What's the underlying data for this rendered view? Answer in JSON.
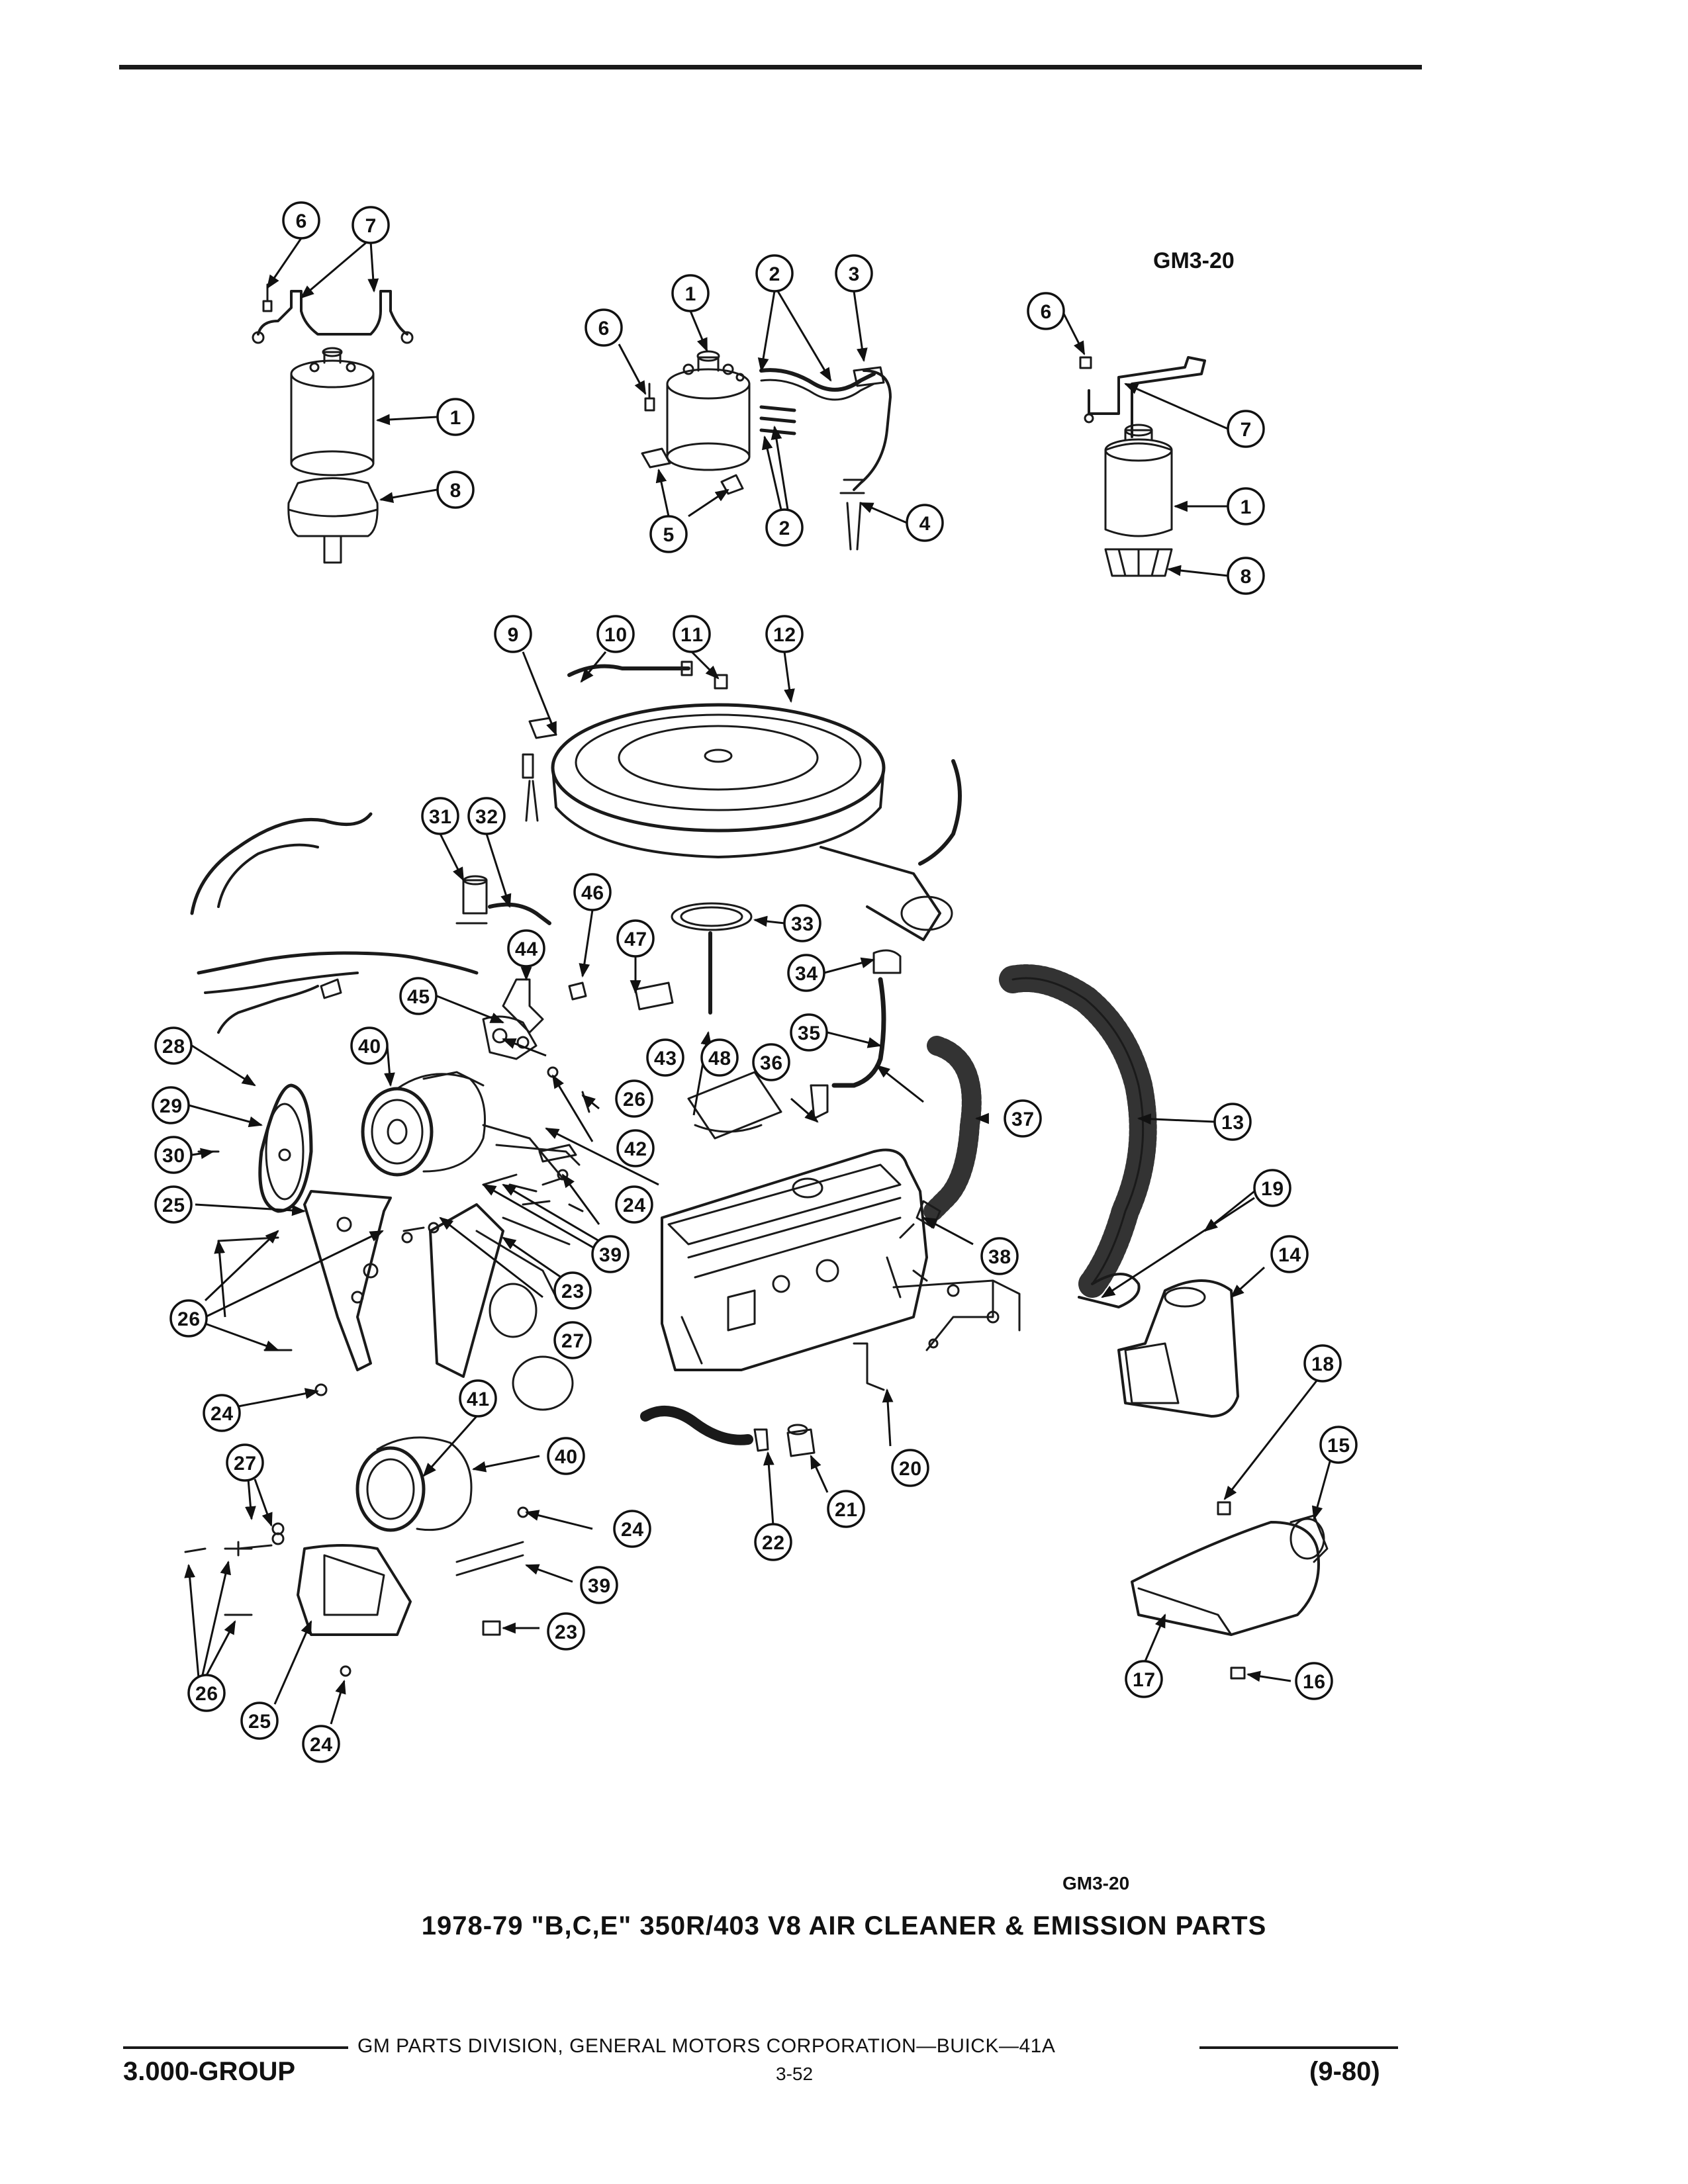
{
  "figure_code_top": "GM3-20",
  "figure_code_bottom": "GM3-20",
  "title": "1978-79 \"B,C,E\" 350R/403 V8 AIR CLEANER & EMISSION PARTS",
  "footer": {
    "publisher": "GM PARTS DIVISION, GENERAL MOTORS CORPORATION—BUICK—41A",
    "group": "3.000-GROUP",
    "page": "3-52",
    "date_code": "(9-80)"
  },
  "callouts": [
    {
      "id": "c6a",
      "num": "6"
    },
    {
      "id": "c7a",
      "num": "7"
    },
    {
      "id": "c1a",
      "num": "1"
    },
    {
      "id": "c8a",
      "num": "8"
    },
    {
      "id": "c6b",
      "num": "6"
    },
    {
      "id": "c1b",
      "num": "1"
    },
    {
      "id": "c2a",
      "num": "2"
    },
    {
      "id": "c3",
      "num": "3"
    },
    {
      "id": "c5",
      "num": "5"
    },
    {
      "id": "c2b",
      "num": "2"
    },
    {
      "id": "c4",
      "num": "4"
    },
    {
      "id": "c6c",
      "num": "6"
    },
    {
      "id": "c7c",
      "num": "7"
    },
    {
      "id": "c1c",
      "num": "1"
    },
    {
      "id": "c8c",
      "num": "8"
    },
    {
      "id": "c9",
      "num": "9"
    },
    {
      "id": "c10",
      "num": "10"
    },
    {
      "id": "c11",
      "num": "11"
    },
    {
      "id": "c12",
      "num": "12"
    },
    {
      "id": "c31",
      "num": "31"
    },
    {
      "id": "c32",
      "num": "32"
    },
    {
      "id": "c46",
      "num": "46"
    },
    {
      "id": "c47",
      "num": "47"
    },
    {
      "id": "c33",
      "num": "33"
    },
    {
      "id": "c34",
      "num": "34"
    },
    {
      "id": "c44",
      "num": "44"
    },
    {
      "id": "c45",
      "num": "45"
    },
    {
      "id": "c40a",
      "num": "40"
    },
    {
      "id": "c35",
      "num": "35"
    },
    {
      "id": "c43",
      "num": "43"
    },
    {
      "id": "c48",
      "num": "48"
    },
    {
      "id": "c36",
      "num": "36"
    },
    {
      "id": "c28",
      "num": "28"
    },
    {
      "id": "c26a",
      "num": "26"
    },
    {
      "id": "c29",
      "num": "29"
    },
    {
      "id": "c37",
      "num": "37"
    },
    {
      "id": "c13",
      "num": "13"
    },
    {
      "id": "c42",
      "num": "42"
    },
    {
      "id": "c30",
      "num": "30"
    },
    {
      "id": "c24a",
      "num": "24"
    },
    {
      "id": "c19",
      "num": "19"
    },
    {
      "id": "c25a",
      "num": "25"
    },
    {
      "id": "c38",
      "num": "38"
    },
    {
      "id": "c14",
      "num": "14"
    },
    {
      "id": "c39a",
      "num": "39"
    },
    {
      "id": "c23a",
      "num": "23"
    },
    {
      "id": "c26b",
      "num": "26"
    },
    {
      "id": "c27a",
      "num": "27"
    },
    {
      "id": "c24b",
      "num": "24"
    },
    {
      "id": "c18",
      "num": "18"
    },
    {
      "id": "c41",
      "num": "41"
    },
    {
      "id": "c15",
      "num": "15"
    },
    {
      "id": "c27b",
      "num": "27"
    },
    {
      "id": "c40b",
      "num": "40"
    },
    {
      "id": "c20",
      "num": "20"
    },
    {
      "id": "c21",
      "num": "21"
    },
    {
      "id": "c24c",
      "num": "24"
    },
    {
      "id": "c22",
      "num": "22"
    },
    {
      "id": "c39b",
      "num": "39"
    },
    {
      "id": "c23b",
      "num": "23"
    },
    {
      "id": "c26c",
      "num": "26"
    },
    {
      "id": "c25b",
      "num": "25"
    },
    {
      "id": "c17",
      "num": "17"
    },
    {
      "id": "c16",
      "num": "16"
    },
    {
      "id": "c24d",
      "num": "24"
    }
  ]
}
